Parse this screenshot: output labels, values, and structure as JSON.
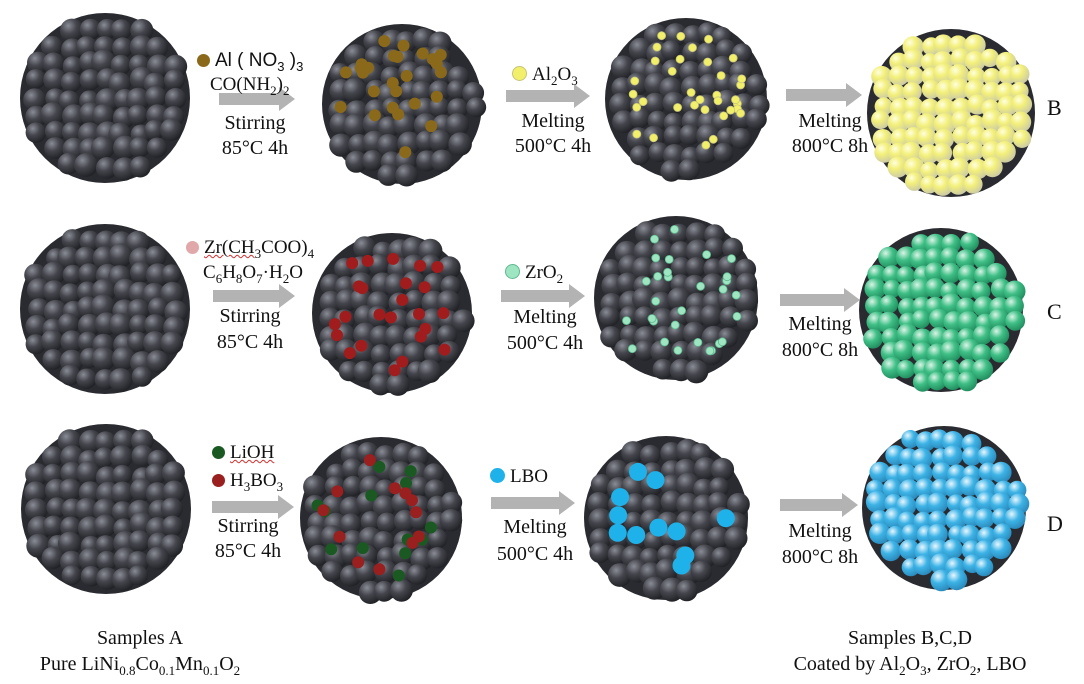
{
  "colors": {
    "sphere_dark": "#3b3c42",
    "al_dot": "#8a6a1a",
    "alumina_dot": "#f2f06a",
    "zr_dot": "#a11d1d",
    "zr_reagent_dot": "#e0a8a8",
    "zirconia_dot": "#9ee6c2",
    "lioh_dot": "#1a5a22",
    "h3bo3_dot": "#9a1f1f",
    "lbo_dot": "#1fb2ea",
    "coat_b": "#f3f07a",
    "coat_c": "#3fbf86",
    "coat_d": "#3db3e6",
    "arrow": "#b3b3b3"
  },
  "rows": [
    {
      "reagent_lines": [
        {
          "icon": "al-dot-icon",
          "text": "Al ( NO",
          "sub": "3",
          "after": " )",
          "sub2": "3"
        },
        {
          "icon": null,
          "text": "CO(NH",
          "sub": "2",
          "after": ")",
          "sub2": "2"
        }
      ],
      "step1_label": "Stirring",
      "step1_cond": "85°C 4h",
      "oxide_icon": "alumina-dot-icon",
      "oxide_text": "Al",
      "oxide_sub": "2",
      "oxide_after": "O",
      "oxide_sub2": "3",
      "step2_label": "Melting",
      "step2_cond": "500°C 4h",
      "step3_label": "Melting",
      "step3_cond": "800°C 8h",
      "sample_letter": "B"
    },
    {
      "reagent_lines": [
        {
          "icon": "zr-reagent-dot-icon",
          "text": "Zr(CH",
          "sub": "3",
          "after": "COO)",
          "sub2": "4"
        },
        {
          "icon": null,
          "text": "C",
          "sub": "6",
          "after": "H",
          "sub2": "8",
          "after2": "O",
          "sub3": "7",
          "after3": "·H",
          "sub4": "2",
          "after4": "O"
        }
      ],
      "step1_label": "Stirring",
      "step1_cond": "85°C 4h",
      "oxide_icon": "zirconia-dot-icon",
      "oxide_text": "ZrO",
      "oxide_sub": "2",
      "oxide_after": "",
      "oxide_sub2": "",
      "step2_label": "Melting",
      "step2_cond": "500°C 4h",
      "step3_label": "Melting",
      "step3_cond": "800°C 8h",
      "sample_letter": "C"
    },
    {
      "reagent_lines": [
        {
          "icon": "lioh-dot-icon",
          "text": "LiOH",
          "sub": "",
          "after": "",
          "sub2": ""
        },
        {
          "icon": "h3bo3-dot-icon",
          "text": "H",
          "sub": "3",
          "after": "BO",
          "sub2": "3"
        }
      ],
      "step1_label": "Stirring",
      "step1_cond": "85°C 4h",
      "oxide_icon": "lbo-dot-icon",
      "oxide_text": "LBO",
      "oxide_sub": "",
      "oxide_after": "",
      "oxide_sub2": "",
      "step2_label": "Melting",
      "step2_cond": "500°C 4h",
      "step3_label": "Melting",
      "step3_cond": "800°C 8h",
      "sample_letter": "D"
    }
  ],
  "footer": {
    "left_title": "Samples A",
    "left_prefix": "Pure LiNi",
    "left_s1": "0.8",
    "left_m1": "Co",
    "left_s2": "0.1",
    "left_m2": "Mn",
    "left_s3": "0.1",
    "left_m3": "O",
    "left_s4": "2",
    "right_title": "Samples B,C,D",
    "right_prefix": "Coated by Al",
    "right_s1": "2",
    "right_m1": "O",
    "right_s2": "3",
    "right_m2": ",  ZrO",
    "right_s3": "2",
    "right_m3": ", LBO"
  }
}
